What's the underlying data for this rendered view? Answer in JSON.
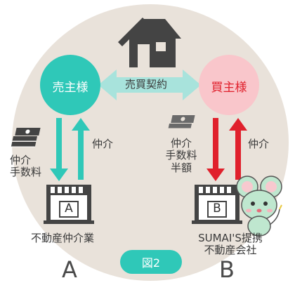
{
  "seller": {
    "label": "売主様",
    "color": "#2fc8b8"
  },
  "buyer": {
    "label": "買主様",
    "color": "#f9c6cb",
    "text_color": "#e0202c"
  },
  "contract": {
    "label": "売買契約",
    "color": "#a8e3dc"
  },
  "left": {
    "fee_label": [
      "仲介",
      "手数料"
    ],
    "mediation_label": "仲介",
    "agency_letter": "A",
    "agency_name": "不動産仲介業",
    "big_letter": "A",
    "arrow_color": "#2fc8b8"
  },
  "right": {
    "fee_label": [
      "仲介",
      "手数料",
      "半額"
    ],
    "mediation_label": "仲介",
    "agency_letter": "B",
    "agency_name": [
      "SUMAI'S提携",
      "不動産会社"
    ],
    "big_letter": "B",
    "arrow_color": "#e0202c"
  },
  "figure_badge": "図2",
  "colors": {
    "background_disc": "#e9e2da",
    "building": "#444444"
  },
  "icons": [
    "house-icon",
    "money-stack-icon",
    "storefront-icon",
    "mouse-mascot-icon"
  ]
}
